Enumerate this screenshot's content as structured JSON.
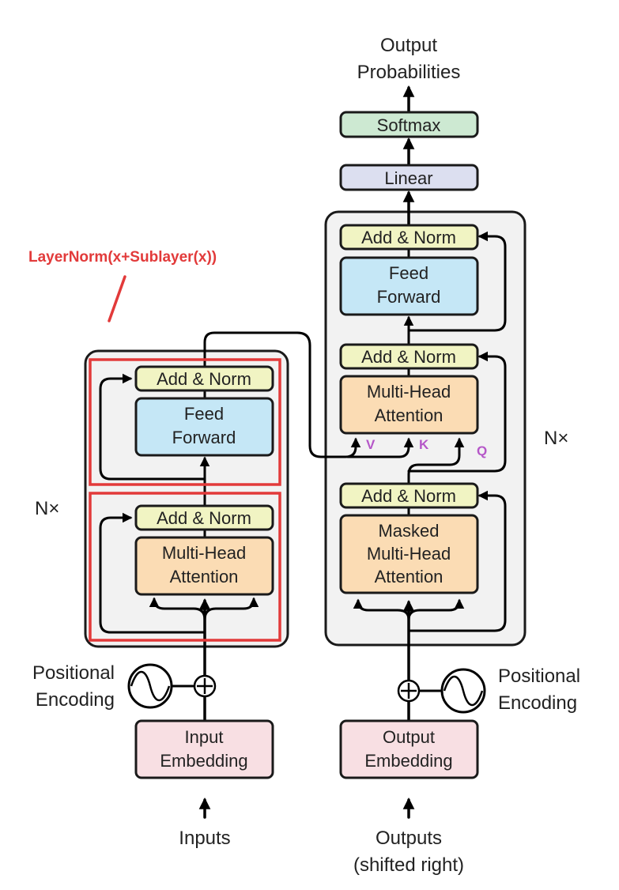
{
  "colors": {
    "add_norm": "#f1f4c3",
    "feed_forward": "#c5e7f6",
    "attention": "#fbdcb4",
    "embedding": "#f8dfe3",
    "softmax": "#cde9d2",
    "linear": "#dcdff0",
    "stack_bg": "#f2f2f2",
    "highlight": "#e23a3a",
    "qkv": "#b557c8"
  },
  "annotation": {
    "text": "LayerNorm(x+Sublayer(x))"
  },
  "encoder": {
    "repeat": "N×",
    "add_norm_top": "Add & Norm",
    "feed_forward": [
      "Feed",
      "Forward"
    ],
    "add_norm_bottom": "Add & Norm",
    "attention": [
      "Multi-Head",
      "Attention"
    ],
    "positional": [
      "Positional",
      "Encoding"
    ],
    "embedding": [
      "Input",
      "Embedding"
    ],
    "input_label": "Inputs"
  },
  "decoder": {
    "repeat": "N×",
    "add_norm_top": "Add & Norm",
    "feed_forward": [
      "Feed",
      "Forward"
    ],
    "add_norm_mid": "Add & Norm",
    "cross_attention": [
      "Multi-Head",
      "Attention"
    ],
    "v_label": "V",
    "k_label": "K",
    "q_label": "Q",
    "add_norm_bottom": "Add & Norm",
    "masked_attention": [
      "Masked",
      "Multi-Head",
      "Attention"
    ],
    "positional": [
      "Positional",
      "Encoding"
    ],
    "embedding": [
      "Output",
      "Embedding"
    ],
    "output_label": [
      "Outputs",
      "(shifted right)"
    ]
  },
  "head": {
    "linear": "Linear",
    "softmax": "Softmax",
    "output": [
      "Output",
      "Probabilities"
    ]
  }
}
